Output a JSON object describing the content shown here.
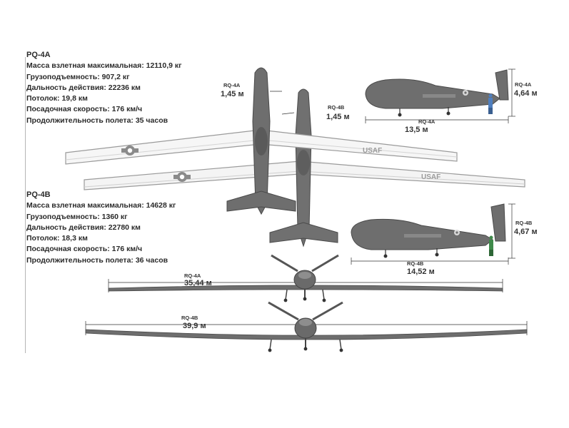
{
  "rq4a": {
    "title": "PQ-4A",
    "specs": [
      "Масса взлетная максимальная: 12110,9 кг",
      "Грузоподъемность:  907,2 кг",
      "Дальность действия: 22236 км",
      "Потолок: 19,8 км",
      "Посадочная скорость: 176 км/ч",
      "Продолжительность полета: 35 часов"
    ]
  },
  "rq4b": {
    "title": "PQ-4B",
    "specs": [
      "Масса взлетная максимальная: 14628 кг",
      "Грузоподъемность:  1360 кг",
      "Дальность действия: 22780 км",
      "Потолок: 18,3 км",
      "Посадочная скорость: 176 км/ч",
      "Продолжительность полета: 36 часов"
    ]
  },
  "labels": {
    "top_a_model": "RQ-4A",
    "top_a_value": "1,45 м",
    "top_b_model": "RQ-4B",
    "top_b_value": "1,45 м",
    "wing_marking_1": "USAF",
    "wing_marking_2": "USAF",
    "side_a_height_model": "RQ-4A",
    "side_a_height_value": "4,64 м",
    "side_a_length_model": "RQ-4A",
    "side_a_length_value": "13,5 м",
    "side_b_height_model": "RQ-4B",
    "side_b_height_value": "4,67 м",
    "side_b_length_model": "RQ-4B",
    "side_b_length_value": "14,52 м",
    "front_a_model": "RQ-4A",
    "front_a_value": "35,44 м",
    "front_b_model": "RQ-4B",
    "front_b_value": "39,9 м"
  },
  "colors": {
    "aircraft": "#6e6e6e",
    "aircraft_dark": "#4a4a4a",
    "wing": "#f4f4f4",
    "wing_edge": "#9a9a9a",
    "text": "#2a2a2a",
    "person_a": "#4f7fbf",
    "person_b": "#3f8a4a"
  }
}
